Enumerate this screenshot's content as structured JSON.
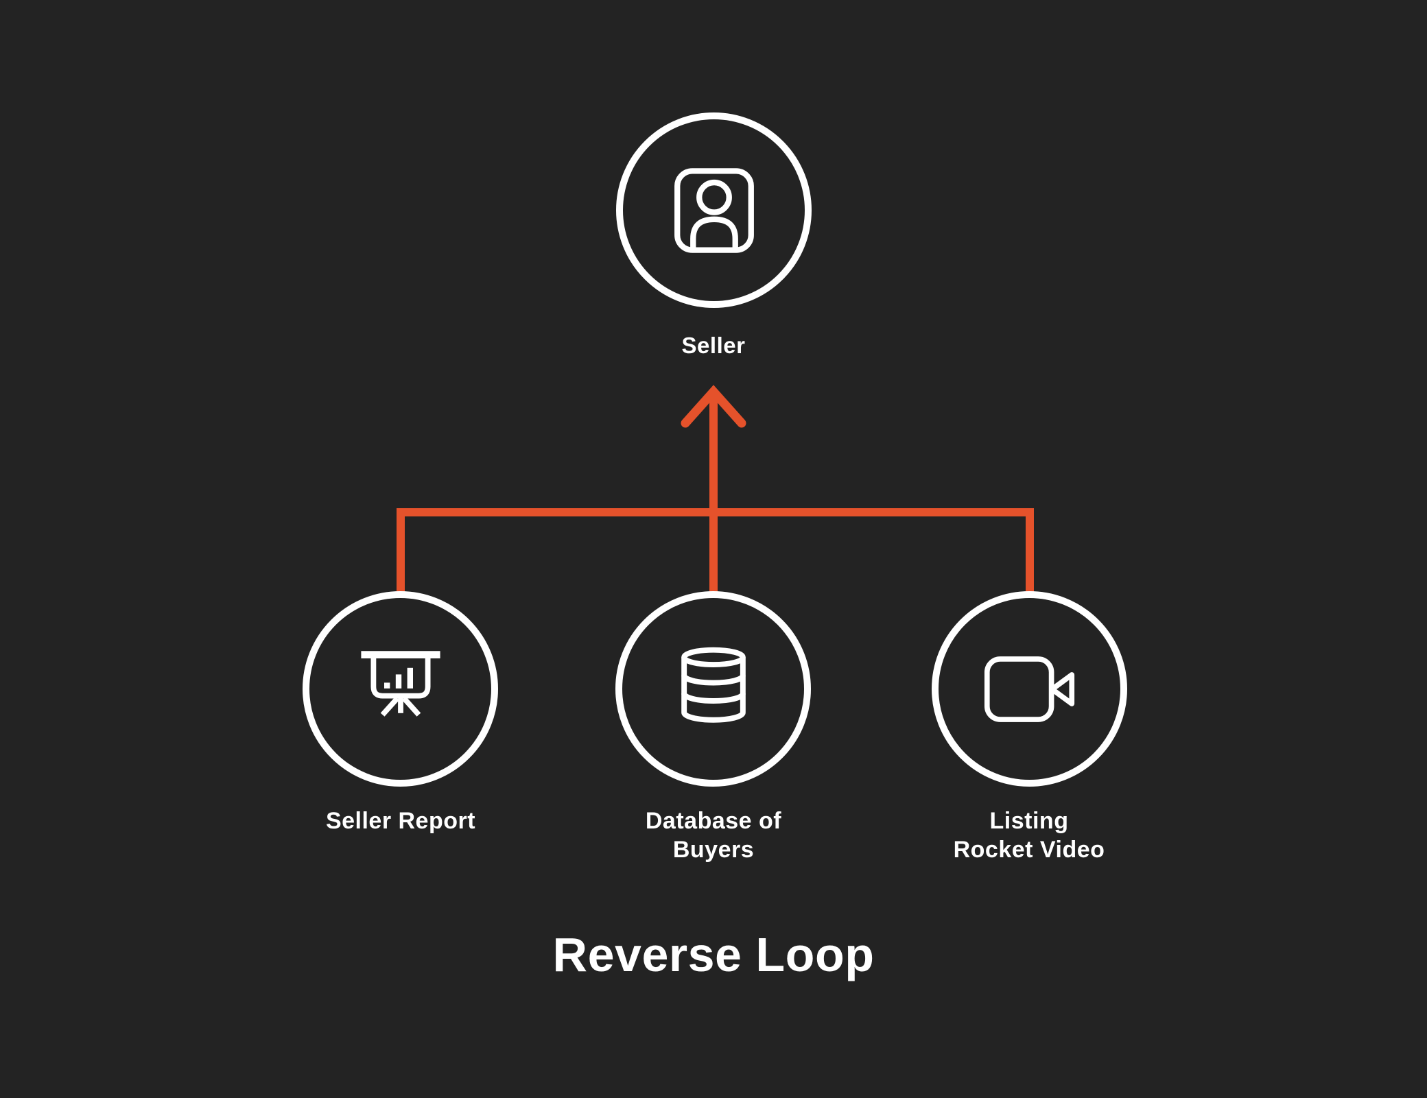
{
  "title": "Reverse Loop",
  "colors": {
    "background": "#232323",
    "connector": "#E5522B",
    "node_stroke": "#FFFFFF",
    "text": "#FFFFFF"
  },
  "connector": {
    "type": "reverse-tree-bracket",
    "arrow_direction": "up",
    "description": "three bottom nodes join a horizontal bracket that flows up into a single arrow pointing at the top node"
  },
  "top_node": {
    "id": "seller",
    "label": "Seller",
    "icon": "portrait-user-icon"
  },
  "bottom_nodes": [
    {
      "id": "seller-report",
      "icon": "presentation-chart-icon",
      "label_lines": [
        "Seller Report"
      ]
    },
    {
      "id": "database-of-buyers",
      "icon": "database-icon",
      "label_lines": [
        "Database of",
        "Buyers"
      ]
    },
    {
      "id": "listing-rocket-video",
      "icon": "video-camera-icon",
      "label_lines": [
        "Listing",
        "Rocket Video"
      ]
    }
  ]
}
